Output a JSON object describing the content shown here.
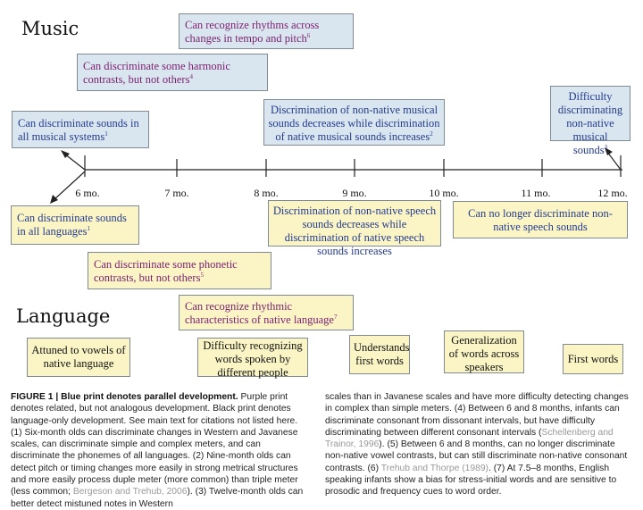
{
  "headings": {
    "music": "Music",
    "language": "Language"
  },
  "timeline": {
    "ticks": [
      "6 mo.",
      "7 mo.",
      "8 mo.",
      "9 mo.",
      "10 mo.",
      "11 mo.",
      "12 mo."
    ]
  },
  "music_boxes": [
    {
      "text": "Can recognize rhythms across changes in tempo and pitch",
      "ref": "6",
      "color": "purple"
    },
    {
      "text": "Can discriminate some harmonic contrasts, but not others",
      "ref": "4",
      "color": "purple"
    },
    {
      "text": "Can discriminate sounds in all musical systems",
      "ref": "1",
      "color": "blue"
    },
    {
      "text": "Discrimination of non-native musical sounds decreases while discrimination of native musical sounds increases",
      "ref": "2",
      "color": "blue"
    },
    {
      "text": "Difficulty discriminating non-native musical sounds",
      "ref": "3",
      "color": "blue"
    }
  ],
  "language_boxes": [
    {
      "text": "Can discriminate sounds in all languages",
      "ref": "1",
      "color": "blue"
    },
    {
      "text": "Discrimination of non-native speech sounds decreases while discrimination of native speech sounds increases",
      "ref": "",
      "color": "blue"
    },
    {
      "text": "Can no longer discriminate non-native speech sounds",
      "ref": "",
      "color": "blue"
    },
    {
      "text": "Can discriminate some phonetic contrasts, but not others",
      "ref": "5",
      "color": "purple"
    },
    {
      "text": "Can recognize rhythmic characteristics of native language",
      "ref": "7",
      "color": "purple"
    },
    {
      "text": "Attuned to vowels of native language",
      "ref": "",
      "color": "black"
    },
    {
      "text": "Difficulty recognizing words spoken by different people",
      "ref": "",
      "color": "black"
    },
    {
      "text": "Understands first words",
      "ref": "",
      "color": "black"
    },
    {
      "text": "Generalization of words across speakers",
      "ref": "",
      "color": "black"
    },
    {
      "text": "First words",
      "ref": "",
      "color": "black"
    }
  ],
  "caption": {
    "label": "FIGURE 1 | Blue print denotes parallel development.",
    "col1_a": " Purple print denotes related, but not analogous development. Black print denotes language-only development. See main text for citations not listed here. (1) Six-month olds can discriminate changes in Western and Javanese scales, can discriminate simple and complex meters, and can discriminate the phonemes of all languages. (2) Nine-month olds can detect pitch or timing changes more easily in strong metrical structures and more easily process duple meter (more common) than triple meter (less common; ",
    "col1_ref": "Bergeson and Trehub, 2006",
    "col1_b": "). (3) Twelve-month olds can better detect mistuned notes in Western",
    "col2_a": "scales than in Javanese scales and have more difficulty detecting changes in complex than simple meters. (4) Between 6 and 8 months, infants can discriminate consonant from dissonant intervals, but have difficulty discriminating between different consonant intervals (",
    "col2_ref1": "Schellenberg and Trainor, 1996",
    "col2_b": "). (5) Between 6 and 8 months, can no longer discriminate non-native vowel contrasts, but can still discriminate non-native consonant contrasts. (6) ",
    "col2_ref2": "Trehub and Thorpe (1989)",
    "col2_c": ". (7) At 7.5–8 months, English speaking infants show a bias for stress-initial words and are sensitive to prosodic and frequency cues to word order."
  },
  "colors": {
    "blue_text": "#243b8c",
    "purple_text": "#7a1f6e",
    "blue_box": "#d9e6ef",
    "yellow_box": "#fbf5c6"
  }
}
